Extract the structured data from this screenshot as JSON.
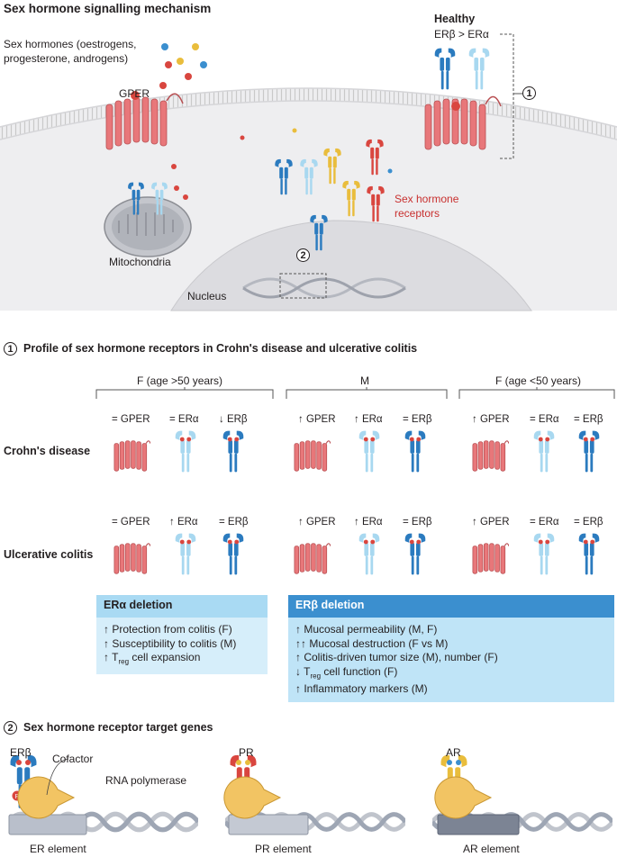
{
  "top": {
    "title": "Sex hormone signalling mechanism",
    "hormones_line1": "Sex hormones (oestrogens,",
    "hormones_line2": "progesterone, androgens)",
    "gper": "GPER",
    "healthy": "Healthy",
    "healthy_ratio": "ERβ > ERα",
    "callout_1": "1",
    "callout_2": "2",
    "receptors_line1": "Sex hormone",
    "receptors_line2": "receptors",
    "mitochondria": "Mitochondria",
    "nucleus": "Nucleus"
  },
  "profile": {
    "num": "1",
    "title": "Profile of sex hormone receptors in Crohn's disease and ulcerative colitis",
    "groups": [
      "F (age >50 years)",
      "M",
      "F (age <50 years)"
    ],
    "rows": [
      {
        "label": "Crohn's disease",
        "cells": [
          [
            "= GPER",
            "= ERα",
            "↓ ERβ"
          ],
          [
            "↑ GPER",
            "↑ ERα",
            "= ERβ"
          ],
          [
            "↑ GPER",
            "= ERα",
            "= ERβ"
          ]
        ]
      },
      {
        "label": "Ulcerative colitis",
        "cells": [
          [
            "= GPER",
            "↑ ERα",
            "= ERβ"
          ],
          [
            "↑ GPER",
            "↑ ERα",
            "= ERβ"
          ],
          [
            "↑ GPER",
            "= ERα",
            "= ERβ"
          ]
        ]
      }
    ]
  },
  "era_box": {
    "title": "ERα deletion",
    "line1": "↑ Protection from colitis (F)",
    "line2": "↑ Susceptibility to colitis (M)",
    "line3_pre": "↑ T",
    "line3_sub": "reg",
    "line3_post": " cell expansion"
  },
  "erb_box": {
    "title": "ERβ deletion",
    "line1": "↑ Mucosal permeability (M, F)",
    "line2": "↑↑ Mucosal destruction (F vs M)",
    "line3": "↑ Colitis-driven tumor size (M), number (F)",
    "line4_pre": "↓ T",
    "line4_sub": "reg",
    "line4_post": " cell function (F)",
    "line5": "↑ Inflammatory markers (M)"
  },
  "targets": {
    "num": "2",
    "title": "Sex hormone receptor target genes",
    "er_label": "ERβ",
    "cofactor": "Cofactor",
    "rna_pol": "RNA polymerase",
    "pr_label": "PR",
    "ar_label": "AR",
    "p": "P",
    "er_element": "ER element",
    "pr_element": "PR element",
    "ar_element": "AR element"
  },
  "colors": {
    "erb": "#2b7bbf",
    "era": "#a8d8f0",
    "gper": "#e8777a",
    "pr": "#d9463f",
    "ar": "#e9bd3c",
    "box_light": "#d6eefa",
    "box_dark_hdr": "#3b8fcf"
  }
}
